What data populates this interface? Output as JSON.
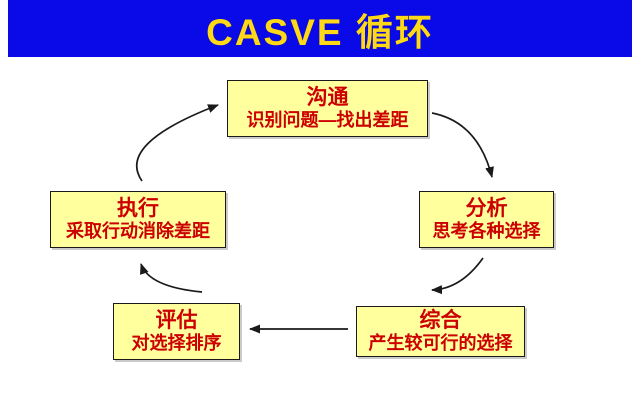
{
  "header": {
    "title": "CASVE 循环"
  },
  "colors": {
    "header_bg": "#0A0AE8",
    "header_text": "#FFD918",
    "box_fill": "#FFFF9E",
    "box_border": "#1A1A1A",
    "box_text": "#CC0000",
    "arrow": "#1A1A1A",
    "background": "#FFFFFF"
  },
  "nodes": [
    {
      "id": "communication",
      "title": "沟通",
      "subtitle": "识别问题—找出差距"
    },
    {
      "id": "analysis",
      "title": "分析",
      "subtitle": "思考各种选择"
    },
    {
      "id": "synthesis",
      "title": "综合",
      "subtitle": "产生较可行的选择"
    },
    {
      "id": "evaluation",
      "title": "评估",
      "subtitle": "对选择排序"
    },
    {
      "id": "execution",
      "title": "执行",
      "subtitle": "采取行动消除差距"
    }
  ],
  "edges": [
    {
      "from": "execution",
      "to": "communication"
    },
    {
      "from": "communication",
      "to": "analysis"
    },
    {
      "from": "analysis",
      "to": "synthesis"
    },
    {
      "from": "synthesis",
      "to": "evaluation"
    },
    {
      "from": "evaluation",
      "to": "execution"
    }
  ]
}
